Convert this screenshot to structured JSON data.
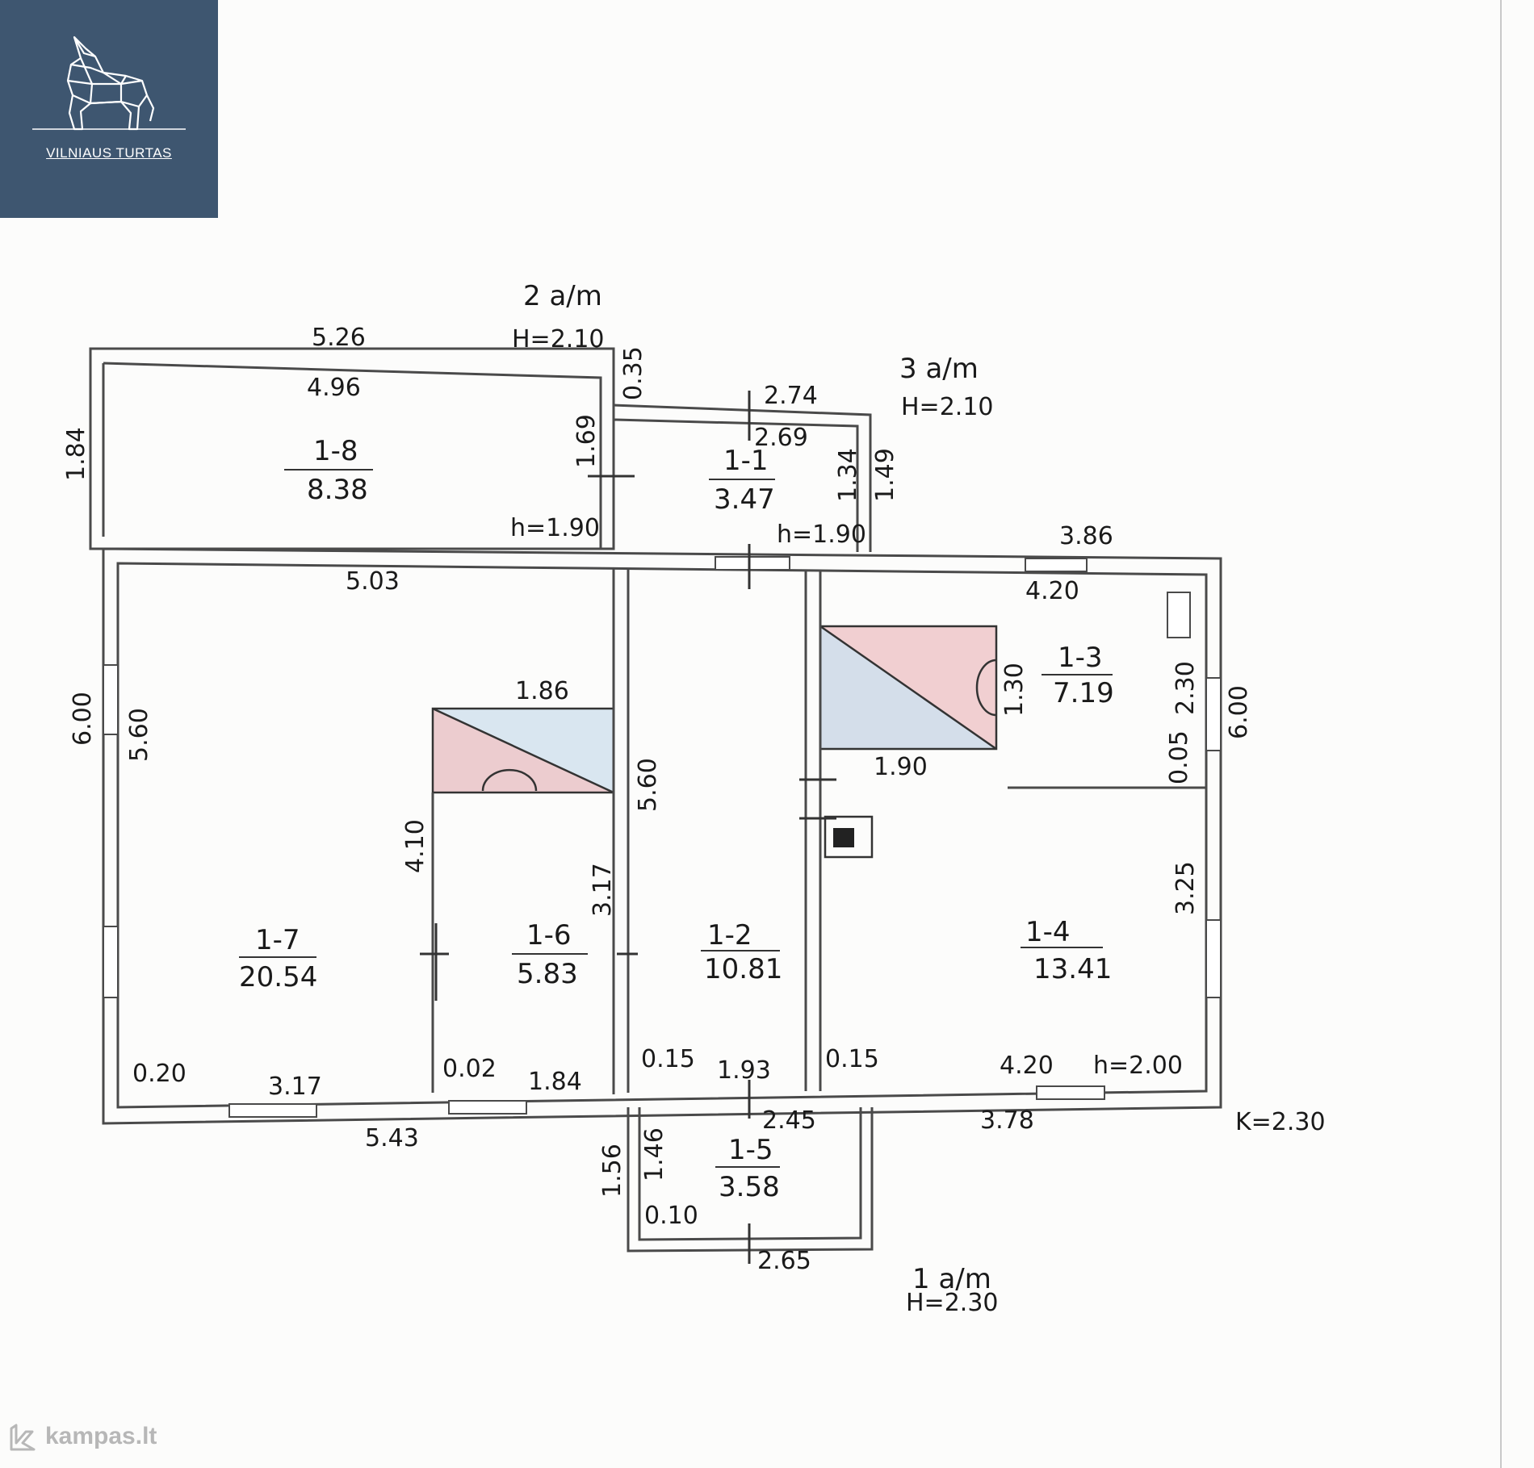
{
  "logo": {
    "brand_text": "VILNIAUS TURTAS",
    "background": "#3e5670",
    "icon": "wolf-howling-icon"
  },
  "watermark": {
    "text": "kampas.lt",
    "icon": "kampas-logo-icon"
  },
  "floors": {
    "a2": {
      "title": "2 a/m",
      "height": "H=2.10"
    },
    "a3": {
      "title": "3 a/m",
      "height": "H=2.10"
    },
    "a1": {
      "title": "1 a/m",
      "height": "H=2.30"
    }
  },
  "rooms": {
    "r1_1": {
      "id": "1-1",
      "area": "3.47"
    },
    "r1_2": {
      "id": "1-2",
      "area": "10.81"
    },
    "r1_3": {
      "id": "1-3",
      "area": "7.19"
    },
    "r1_4": {
      "id": "1-4",
      "area": "13.41"
    },
    "r1_5": {
      "id": "1-5",
      "area": "3.58"
    },
    "r1_6": {
      "id": "1-6",
      "area": "5.83"
    },
    "r1_7": {
      "id": "1-7",
      "area": "20.54"
    },
    "r1_8": {
      "id": "1-8",
      "area": "8.38"
    }
  },
  "heights": {
    "h18": "h=1.90",
    "h11": "h=1.90",
    "h14": "h=2.00",
    "global": "K=2.30"
  },
  "dimensions": {
    "d526": "5.26",
    "d496": "4.96",
    "d184": "1.84",
    "d169": "1.69",
    "d035": "0.35",
    "d274": "2.74",
    "d269": "2.69",
    "d134": "1.34",
    "d149": "1.49",
    "d386": "3.86",
    "d503": "5.03",
    "d420t": "4.20",
    "d600l": "6.00",
    "d560l": "5.60",
    "d186": "1.86",
    "d410": "4.10",
    "d560m": "5.60",
    "d317v": "3.17",
    "d130": "1.30",
    "d230": "2.30",
    "d600r": "6.00",
    "d190": "1.90",
    "d005": "0.05",
    "d325": "3.25",
    "d020": "0.20",
    "d317h": "3.17",
    "d002": "0.02",
    "d184b": "1.84",
    "d015a": "0.15",
    "d193": "1.93",
    "d015b": "0.15",
    "d420b": "4.20",
    "d543": "5.43",
    "d245": "2.45",
    "d378": "3.78",
    "d156": "1.56",
    "d146": "1.46",
    "d010": "0.10",
    "d265": "2.65"
  }
}
